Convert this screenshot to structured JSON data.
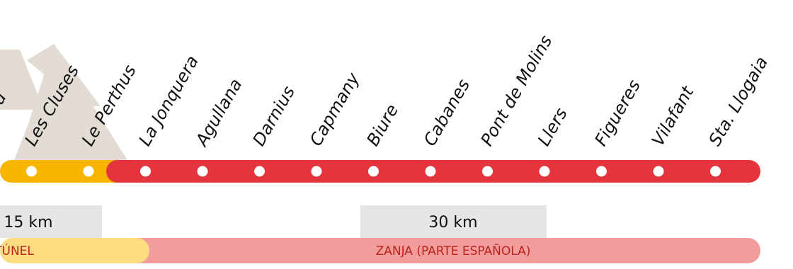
{
  "colors": {
    "mountain": "#e3dcd5",
    "line_french": "#f7b500",
    "line_spanish": "#e4343d",
    "stop_dot": "#ffffff",
    "km_box": "#e6e6e6",
    "tunnel_bar": "#fbdc80",
    "trench_bar": "#f29c9c",
    "tunnel_text": "#b7261e",
    "trench_text": "#b7261e"
  },
  "stops": [
    "Boulou",
    "Les Cluses",
    "Le Perthus",
    "La Jonquera",
    "Agullana",
    "Darnius",
    "Capmany",
    "Biure",
    "Cabanes",
    "Pont de Molins",
    "Llers",
    "Figueres",
    "Vilafant",
    "Sta. Llogaia"
  ],
  "distances": [
    {
      "label": "15 km"
    },
    {
      "label": "30 km"
    }
  ],
  "segments": {
    "tunnel": "TÚNEL",
    "trench": "ZANJA (PARTE ESPAÑOLA)"
  }
}
